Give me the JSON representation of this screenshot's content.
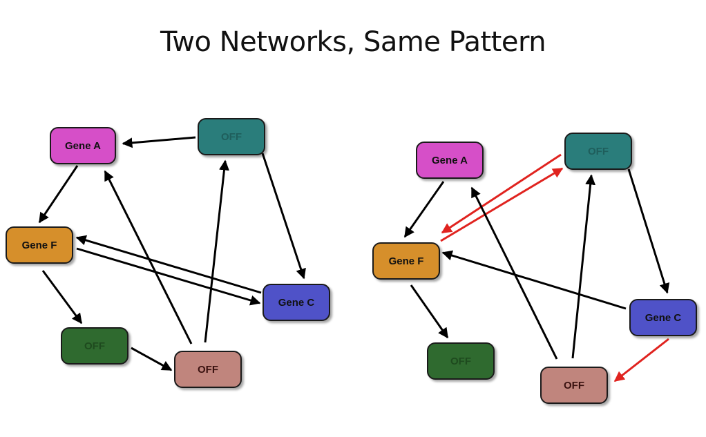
{
  "title": "Two Networks, Same Pattern",
  "colors": {
    "gene_a": "#d64fc8",
    "teal": "#2a7d7b",
    "gene_f": "#d68f2b",
    "gene_c": "#4f52c8",
    "green": "#2f6a2f",
    "pink": "#c0857d",
    "black_edge": "#000000",
    "red_edge": "#e0231f"
  },
  "networks": [
    {
      "nodes": {
        "gene_a": "Gene A",
        "teal": "OFF",
        "gene_f": "Gene F",
        "gene_c": "Gene C",
        "green": "OFF",
        "pink": "OFF"
      }
    },
    {
      "nodes": {
        "gene_a": "Gene A",
        "teal": "OFF",
        "gene_f": "Gene F",
        "gene_c": "Gene C",
        "green": "OFF",
        "pink": "OFF"
      }
    }
  ]
}
